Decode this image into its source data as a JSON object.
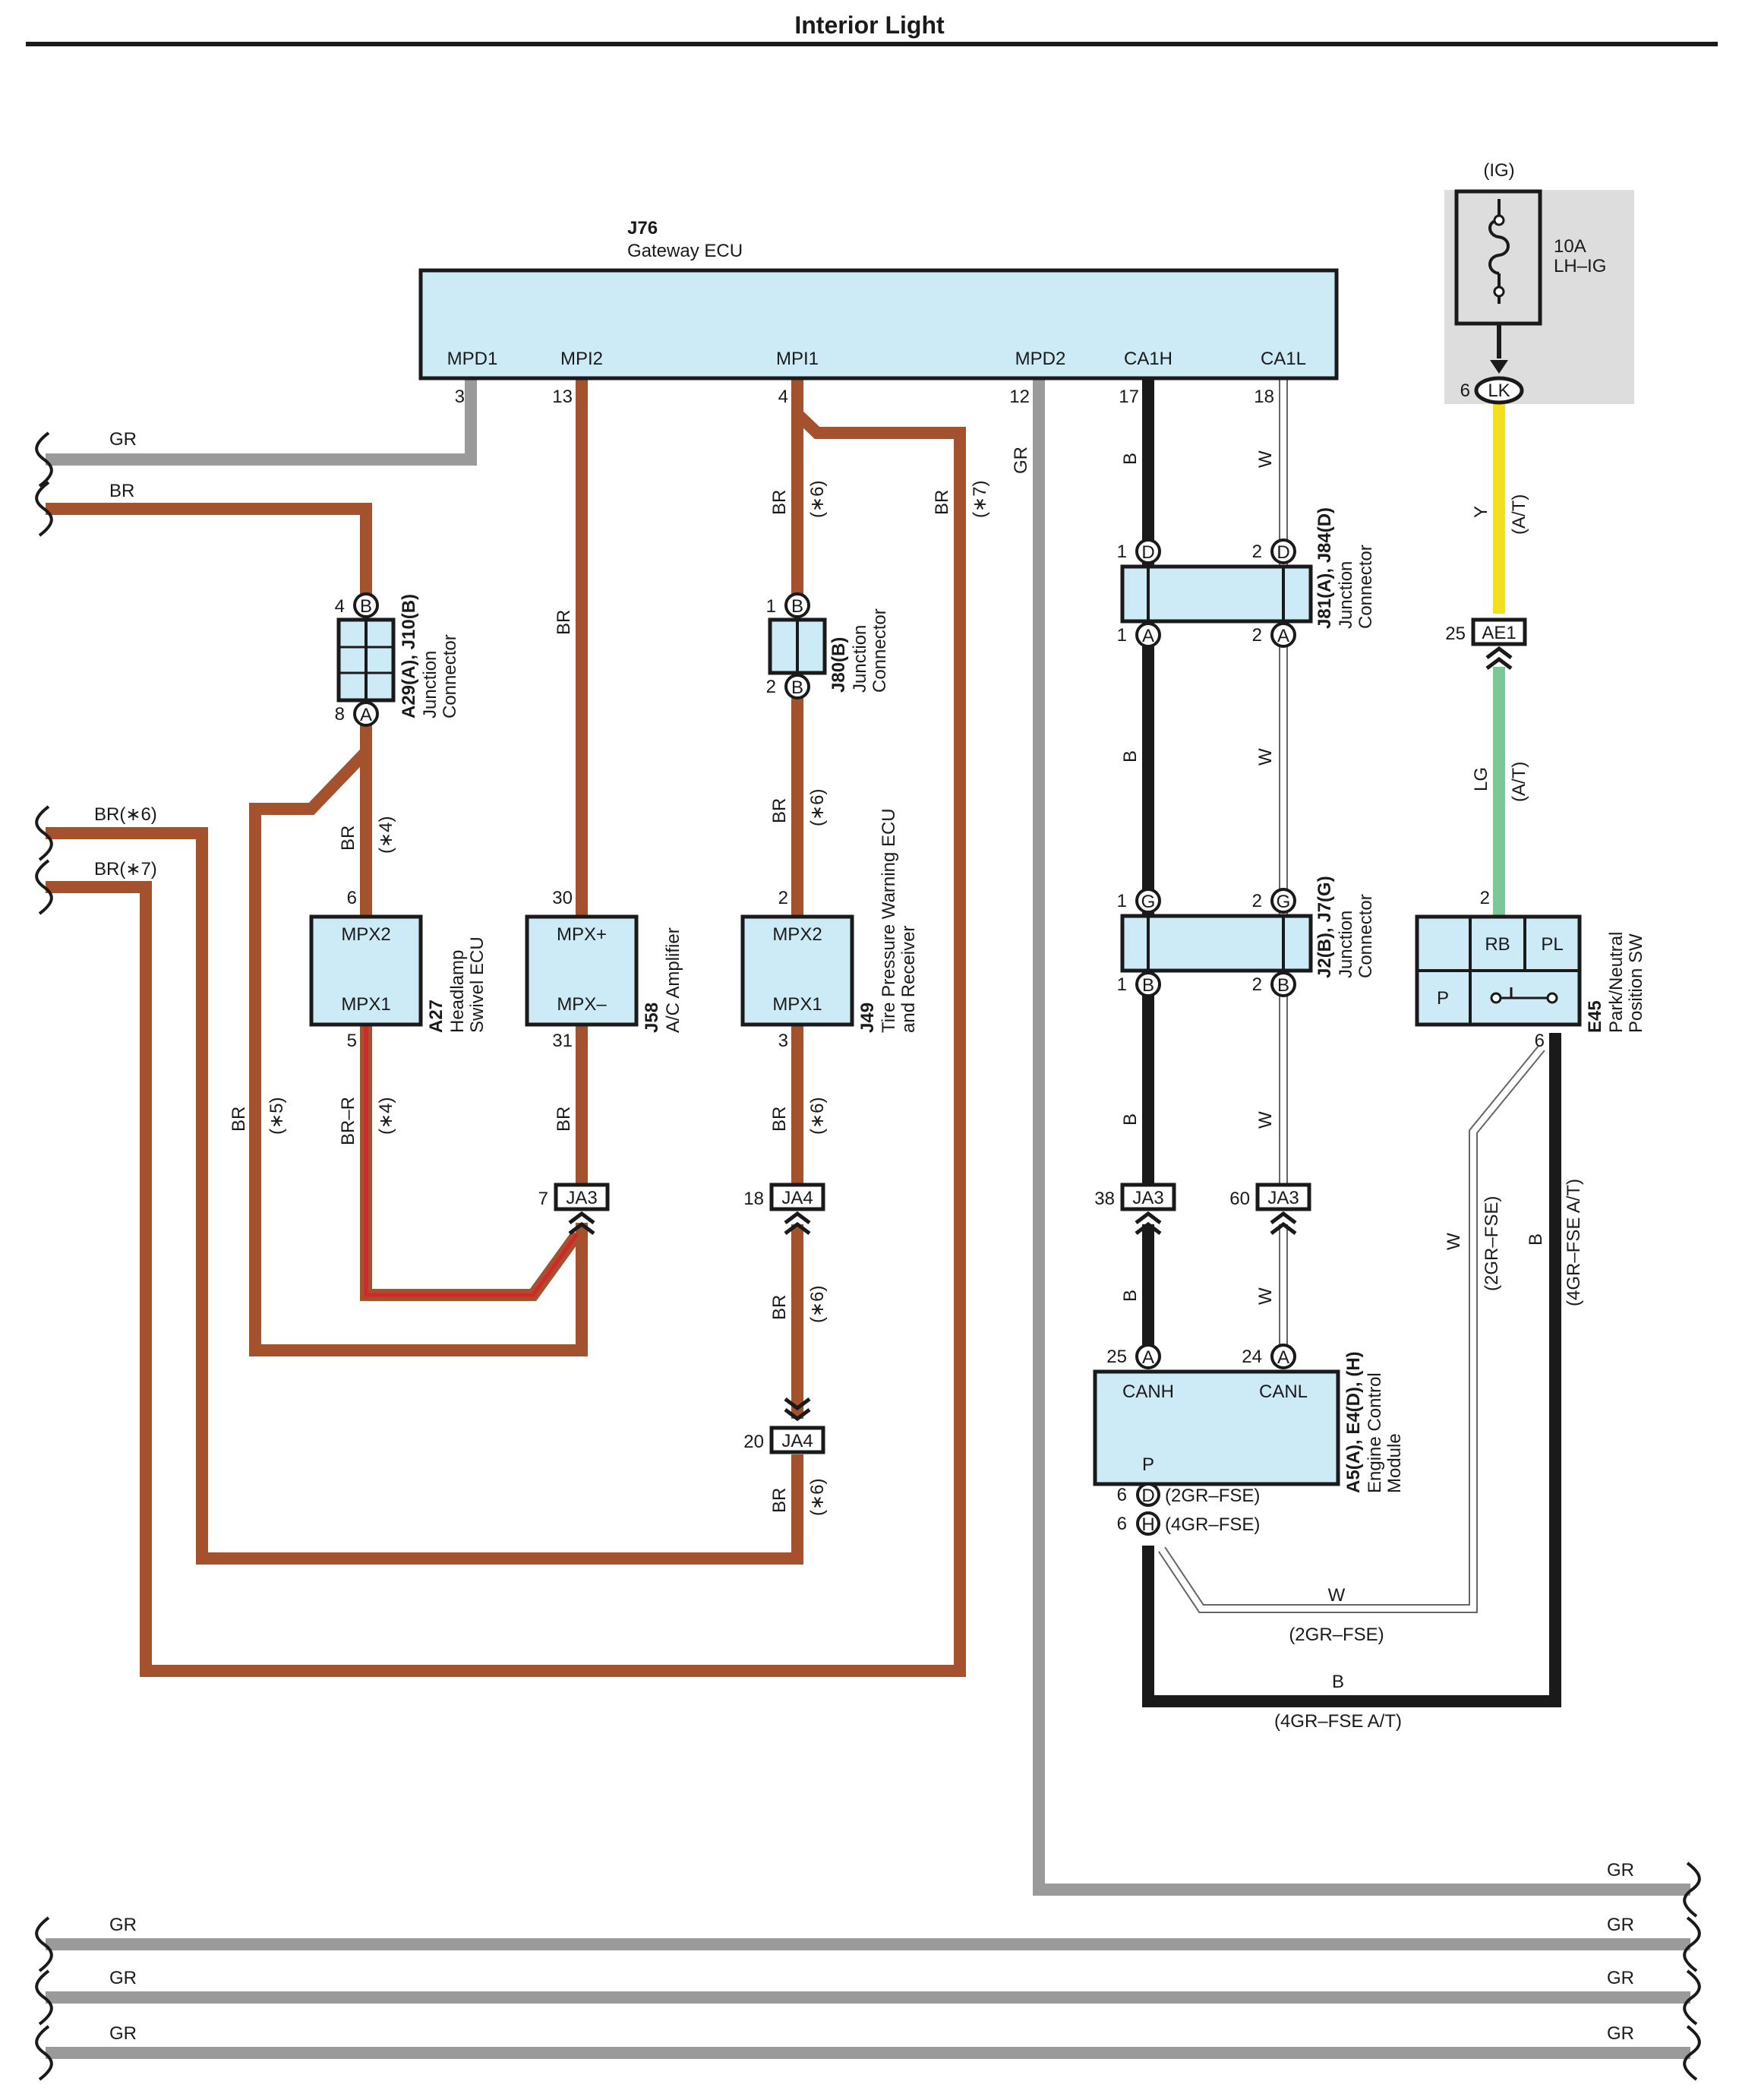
{
  "title": "Interior Light",
  "colors": {
    "brown": "#a4522e",
    "gray": "#9a9a9a",
    "black": "#1a1a1a",
    "yellow": "#f3df1f",
    "light_green": "#7cc795",
    "red_stripe": "#d4262b",
    "component_fill": "#cdebf7",
    "fuse_panel": "#dddddd"
  },
  "components": {
    "gateway": {
      "code": "J76",
      "name": "Gateway ECU",
      "pins": {
        "mpd1": "MPD1",
        "mpi2": "MPI2",
        "mpi1": "MPI1",
        "mpd2": "MPD2",
        "ca1h": "CA1H",
        "ca1l": "CA1L"
      },
      "pin_numbers": {
        "mpd1": "3",
        "mpi2": "13",
        "mpi1": "4",
        "mpd2": "12",
        "ca1h": "17",
        "ca1l": "18"
      }
    },
    "fuse": {
      "source": "(IG)",
      "rating": "10A",
      "name": "LH–IG",
      "pin": "6",
      "connector": "LK"
    },
    "a29": {
      "code": "A29(A), J10(B)",
      "name_1": "Junction",
      "name_2": "Connector",
      "pin_top": "4",
      "letter_top": "B",
      "pin_bottom": "8",
      "letter_bottom": "A"
    },
    "j80": {
      "code": "J80(B)",
      "name_1": "Junction",
      "name_2": "Connector",
      "pin_top": "1",
      "letter_top": "B",
      "pin_bottom": "2",
      "letter_bottom": "B"
    },
    "j81": {
      "code": "J81(A), J84(D)",
      "name_1": "Junction",
      "name_2": "Connector",
      "pins": [
        "1",
        "2",
        "1",
        "2"
      ],
      "letters": [
        "D",
        "D",
        "A",
        "A"
      ]
    },
    "j2": {
      "code": "J2(B), J7(G)",
      "name_1": "Junction",
      "name_2": "Connector",
      "pins": [
        "1",
        "2",
        "1",
        "2"
      ],
      "letters": [
        "G",
        "G",
        "B",
        "B"
      ]
    },
    "a27": {
      "code": "A27",
      "name_1": "Headlamp",
      "name_2": "Swivel ECU",
      "pin_top_label": "MPX2",
      "pin_bottom_label": "MPX1",
      "pin_top": "6",
      "pin_bottom": "5"
    },
    "j58": {
      "code": "J58",
      "name_1": "A/C Amplifier",
      "pin_top_label": "MPX+",
      "pin_bottom_label": "MPX–",
      "pin_top": "30",
      "pin_bottom": "31"
    },
    "j49": {
      "code": "J49",
      "name_1": "Tire Pressure Warning ECU",
      "name_2": "and Receiver",
      "pin_top_label": "MPX2",
      "pin_bottom_label": "MPX1",
      "pin_top": "2",
      "pin_bottom": "3"
    },
    "e45": {
      "code": "E45",
      "name_1": "Park/Neutral",
      "name_2": "Position SW",
      "labels": {
        "rb": "RB",
        "pl": "PL",
        "p": "P"
      },
      "pin_top": "2",
      "pin_bottom": "6"
    },
    "ecm": {
      "code": "A5(A), E4(D), (H)",
      "name_1": "Engine Control",
      "name_2": "Module",
      "labels": {
        "canh": "CANH",
        "canl": "CANL",
        "p": "P"
      },
      "pin_canh": "25",
      "letter_canh": "A",
      "pin_canl": "24",
      "letter_canl": "A",
      "pin_p1": "6",
      "letter_p1": "D",
      "note_p1": "(2GR–FSE)",
      "pin_p2": "6",
      "letter_p2": "H",
      "note_p2": "(4GR–FSE)"
    }
  },
  "connectors": {
    "ja3_left": {
      "pin": "7",
      "name": "JA3"
    },
    "ja4_top": {
      "pin": "18",
      "name": "JA4"
    },
    "ja4_bottom": {
      "pin": "20",
      "name": "JA4"
    },
    "ja3_canh": {
      "pin": "38",
      "name": "JA3"
    },
    "ja3_canl": {
      "pin": "60",
      "name": "JA3"
    },
    "ae1": {
      "pin": "25",
      "name": "AE1"
    }
  },
  "wire_labels": {
    "gr": "GR",
    "br": "BR",
    "br6": "BR(∗6)",
    "br7": "BR(∗7)",
    "b": "B",
    "w": "W",
    "y": "Y",
    "lg": "LG",
    "br_r": "BR–R",
    "n4": "(∗4)",
    "n5": "(∗5)",
    "n6": "(∗6)",
    "n7": "(∗7)",
    "at": "(A/T)",
    "gr2": "(2GR–FSE)",
    "gr4at": "(4GR–FSE A/T)"
  }
}
